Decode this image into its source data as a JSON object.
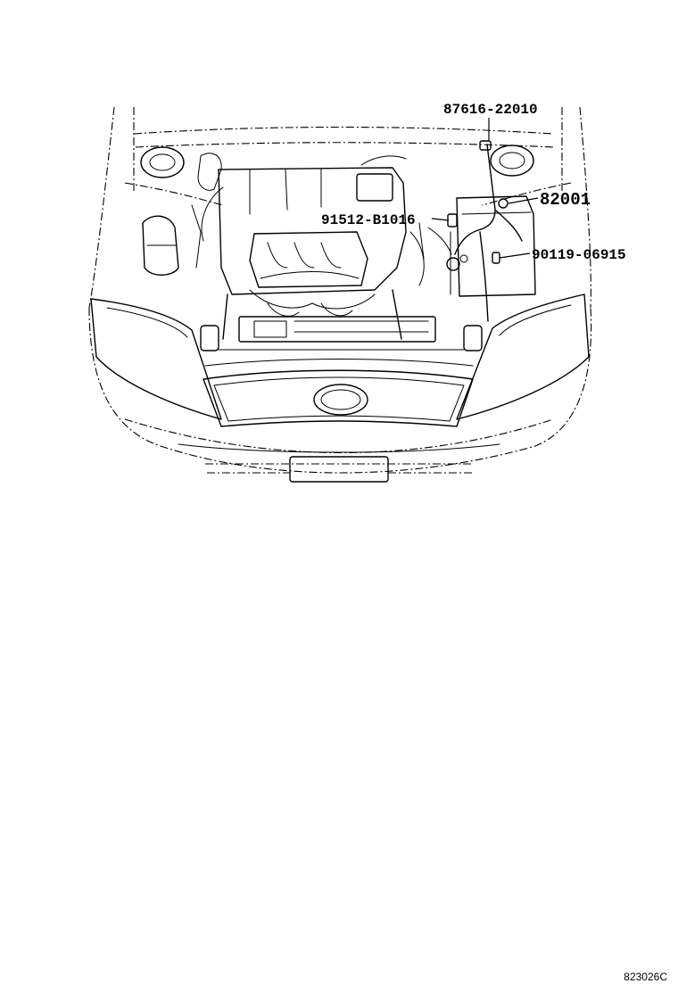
{
  "diagram": {
    "figure_code": "823026C",
    "callouts": [
      {
        "id": "p1",
        "text": "87616-22010"
      },
      {
        "id": "p2",
        "text": "82001"
      },
      {
        "id": "p3",
        "text": "91512-B1016"
      },
      {
        "id": "p4",
        "text": "90119-06915"
      }
    ]
  },
  "colors": {
    "line": "#000000",
    "background": "#ffffff"
  }
}
